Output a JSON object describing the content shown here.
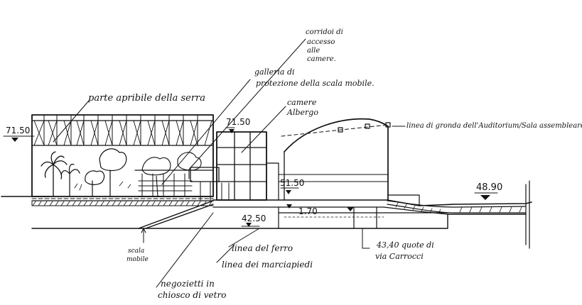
{
  "labels": {
    "roof_opening": "parte apribile della serra",
    "steel_corridors": [
      "corridoi di",
      "accesso",
      "alle",
      "camere."
    ],
    "escalator_gallery": [
      "galleria di",
      "protezione della scala mobile."
    ],
    "rooms": [
      "camere",
      "Albergo"
    ],
    "auditorium": "linea di gronda dell'Auditorium/Sala assembleare.",
    "escalator": [
      "scala",
      "mobile"
    ],
    "rail_line": "linea del ferro",
    "sidewalk_line": "linea dei marciapiedi",
    "street_levels": [
      "43,40 quote di",
      "via Carrocci"
    ],
    "kiosks": [
      "negozietti in",
      "chiosco di vetro"
    ]
  },
  "elevations": {
    "left": "71.50",
    "tower": "71.50",
    "platform": "51.50",
    "step": "1.70",
    "rail": "42.50",
    "right": "48.90"
  }
}
